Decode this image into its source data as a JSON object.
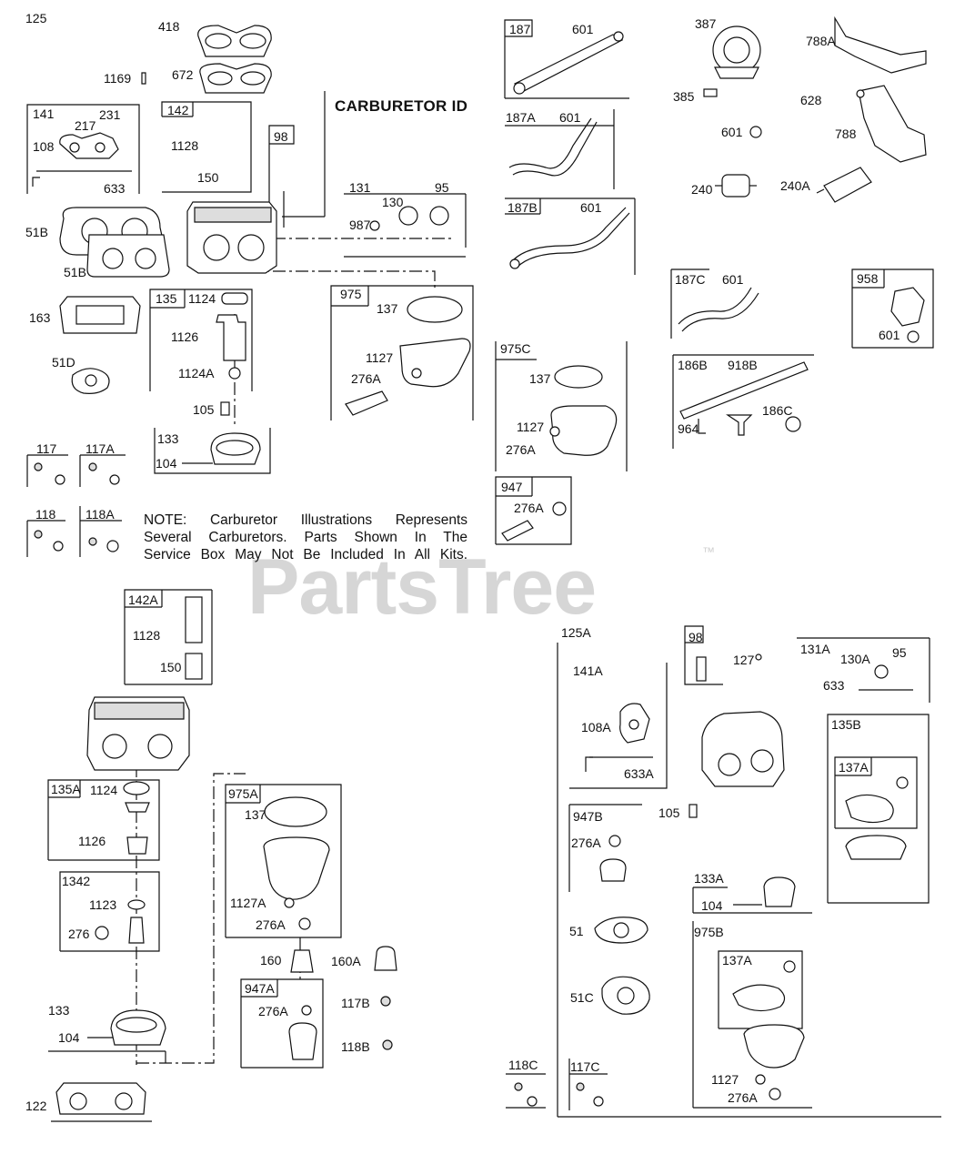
{
  "title": "CARBURETOR ID",
  "watermark": "PartsTree",
  "trademark": "™",
  "note": [
    "NOTE: Carburetor Illustrations Represents",
    "Several Carburetors. Parts Shown In The",
    "Service Box May Not Be Included In All Kits."
  ],
  "labels": {
    "l125": "125",
    "l418": "418",
    "l672": "672",
    "l1169": "1169",
    "l141": "141",
    "l217": "217",
    "l231": "231",
    "l108": "108",
    "l633": "633",
    "l142": "142",
    "l1128": "1128",
    "l150": "150",
    "l98": "98",
    "l51B": "51B",
    "l51B2": "51B",
    "l163": "163",
    "l51D": "51D",
    "l135": "135",
    "l1124": "1124",
    "l1126": "1126",
    "l1124A": "1124A",
    "l105": "105",
    "l133": "133",
    "l104": "104",
    "l131": "131",
    "l130": "130",
    "l95": "95",
    "l987": "987",
    "l975": "975",
    "l137": "137",
    "l1127": "1127",
    "l276A": "276A",
    "l117": "117",
    "l117A": "117A",
    "l118": "118",
    "l118A": "118A",
    "l187": "187",
    "l601a": "601",
    "l187A": "187A",
    "l601b": "601",
    "l187B": "187B",
    "l601c": "601",
    "l387": "387",
    "l385": "385",
    "l788A": "788A",
    "l628": "628",
    "l788": "788",
    "l601d": "601",
    "l240": "240",
    "l240A": "240A",
    "l187C": "187C",
    "l601e": "601",
    "l958": "958",
    "l601f": "601",
    "l975C": "975C",
    "l137b": "137",
    "l1127b": "1127",
    "l276Ab": "276A",
    "l186B": "186B",
    "l918B": "918B",
    "l964": "964",
    "l186C": "186C",
    "l947": "947",
    "l276Ac": "276A",
    "l142A": "142A",
    "l1128b": "1128",
    "l150b": "150",
    "l135A": "135A",
    "l1124b": "1124",
    "l1126b": "1126",
    "l1342": "1342",
    "l1123": "1123",
    "l276": "276",
    "l133b": "133",
    "l104b": "104",
    "l122": "122",
    "l975A": "975A",
    "l137c": "137",
    "l1127A": "1127A",
    "l276Ad": "276A",
    "l160": "160",
    "l160A": "160A",
    "l947A": "947A",
    "l276Ae": "276A",
    "l117B": "117B",
    "l118B": "118B",
    "l125A": "125A",
    "l141A": "141A",
    "l108A": "108A",
    "l633A": "633A",
    "l98b": "98",
    "l127": "127",
    "l131A": "131A",
    "l130A": "130A",
    "l95b": "95",
    "l633b": "633",
    "l135B": "135B",
    "l137A": "137A",
    "l947B": "947B",
    "l276Af": "276A",
    "l105b": "105",
    "l133A": "133A",
    "l104c": "104",
    "l51": "51",
    "l51C": "51C",
    "l975B": "975B",
    "l137Ab": "137A",
    "l1127c": "1127",
    "l276Ag": "276A",
    "l118C": "118C",
    "l117C": "117C"
  }
}
